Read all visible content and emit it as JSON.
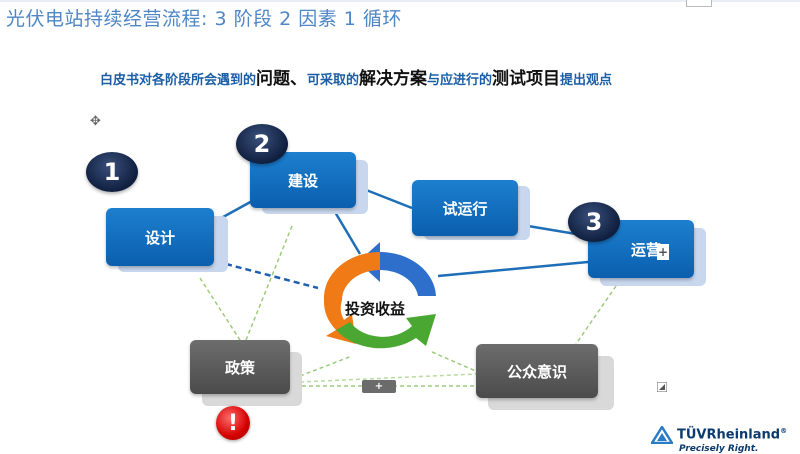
{
  "title": "光伏电站持续经营流程: 3 阶段 2 因素 1 循环",
  "subtitle": {
    "parts": [
      {
        "text": "白皮书对各阶段所会遇到的",
        "size": "s"
      },
      {
        "text": "问题",
        "size": "l"
      },
      {
        "text": "、",
        "size": "l"
      },
      {
        "text": "可采取的",
        "size": "s"
      },
      {
        "text": "解决方案",
        "size": "l"
      },
      {
        "text": "与应进行的",
        "size": "s"
      },
      {
        "text": "测试项目",
        "size": "l"
      },
      {
        "text": "提出观点",
        "size": "s"
      }
    ]
  },
  "nodes": {
    "design": "设计",
    "construction": "建设",
    "trial_run": "试运行",
    "operation": "运营",
    "policy": "政策",
    "public": "公众意识"
  },
  "badges": {
    "one": "1",
    "two": "2",
    "three": "3"
  },
  "cycle": {
    "label": "投资收益"
  },
  "controls": {
    "plus": "+",
    "warning": "!"
  },
  "logo": {
    "name": "TÜVRheinland",
    "reg": "®",
    "tagline": "Precisely Right."
  },
  "colors": {
    "node_blue": "#0a5fae",
    "node_gray": "#555555",
    "title_blue": "#4f86c6",
    "arrow_blue": "#2e6fcc",
    "arrow_orange": "#f07a16",
    "arrow_green": "#4aa832",
    "warning_red": "#d40000"
  }
}
